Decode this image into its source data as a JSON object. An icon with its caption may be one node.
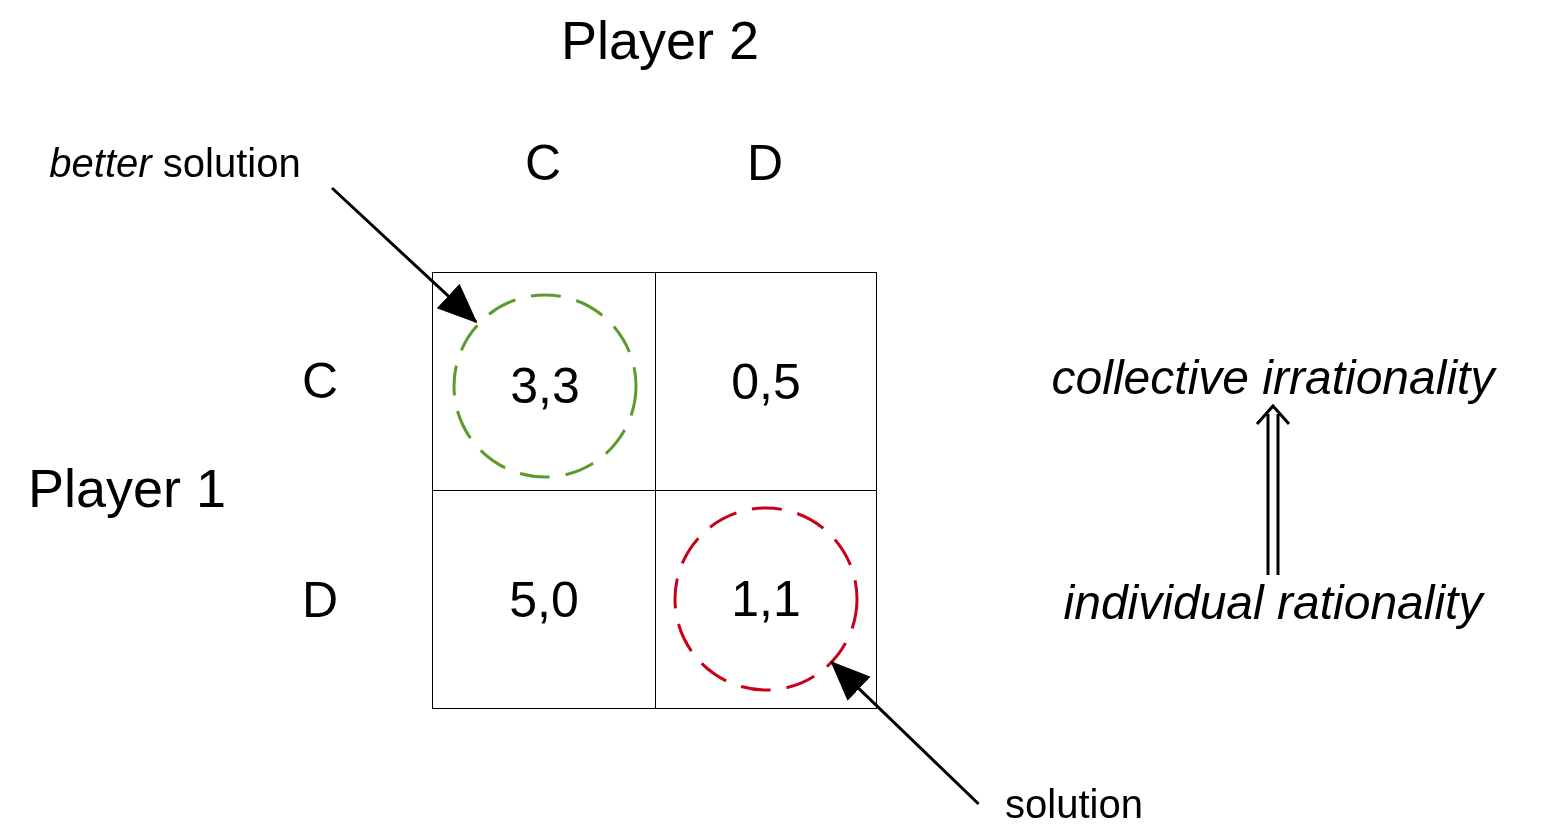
{
  "diagram": {
    "nodes": [
      {
        "text": [
          "*better* solution"
        ]
      },
      {
        "text": [],
        "shape": "box"
      },
      {
        "text": [
          "3,3"
        ],
        "in": 1
      },
      {
        "text": [
          "0,5"
        ]
      },
      {
        "text": [
          "collective irrationality"
        ]
      },
      {
        "text": [
          "5,0"
        ]
      },
      {
        "text": [],
        "shape": "box"
      },
      {
        "text": [
          "1,1"
        ],
        "in": 6
      },
      {
        "text": [
          "individual rationality"
        ]
      },
      {
        "text": [
          "solution"
        ]
      }
    ],
    "edges": [
      {
        "from": 0,
        "to": 2,
        "arrow": "to"
      },
      {
        "from": 8,
        "to": 4,
        "arrow": "to"
      },
      {
        "from": 9,
        "to": 7,
        "arrow": "to"
      }
    ],
    "labels": [
      "Player 2",
      "C",
      "D",
      "C",
      "D",
      "Player 1"
    ]
  }
}
